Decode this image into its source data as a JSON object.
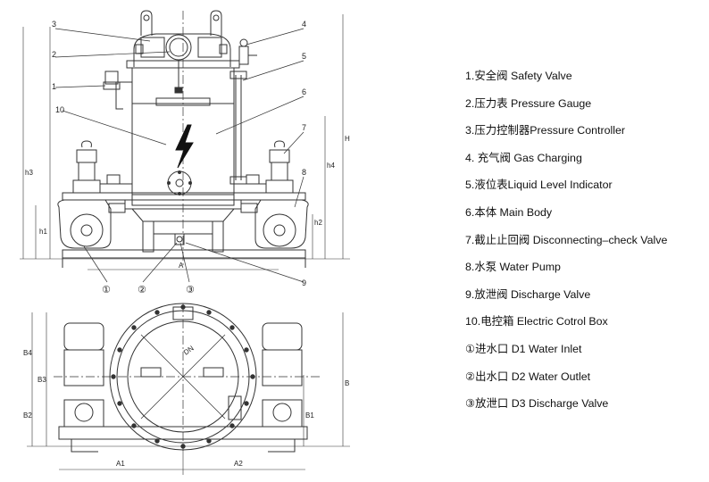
{
  "drawing": {
    "callouts_top": [
      "1",
      "2",
      "3",
      "4",
      "5",
      "6",
      "7",
      "8",
      "9",
      "10"
    ],
    "circled_top": [
      "①",
      "②",
      "③"
    ],
    "dims_top": [
      "h1",
      "h2",
      "h3",
      "h4",
      "H",
      "A"
    ],
    "dims_bottom": [
      "B1",
      "B2",
      "B3",
      "B4",
      "B",
      "A1",
      "A2"
    ],
    "nameplate": "DN"
  },
  "legend": {
    "items": [
      "1.安全阀 Safety Valve",
      "2.压力表 Pressure Gauge",
      "3.压力控制器Pressure Controller",
      "4. 充气阀 Gas Charging",
      "5.液位表Liquid Level Indicator",
      "6.本体 Main Body",
      "7.截止止回阀 Disconnecting–check Valve",
      "8.水泵 Water Pump",
      "9.放泄阀 Discharge Valve",
      "10.电控箱 Electric Cotrol Box",
      " ①进水口 D1 Water Inlet",
      "②出水口 D2 Water Outlet",
      "③放泄口 D3 Discharge Valve"
    ]
  }
}
